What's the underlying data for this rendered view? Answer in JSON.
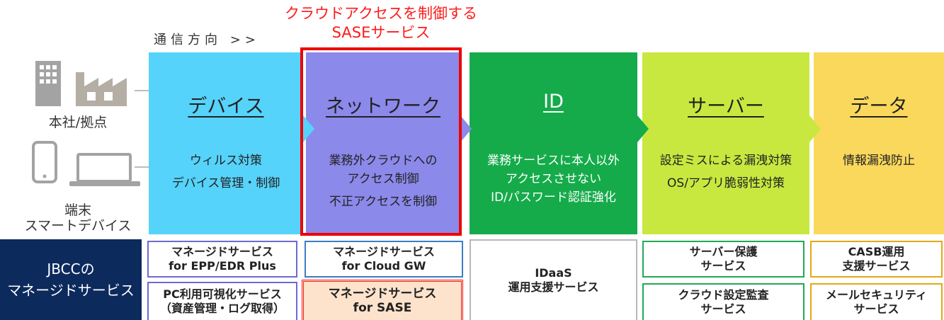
{
  "heading": {
    "line1": "クラウドアクセスを制御する",
    "line2": "SASEサービス"
  },
  "direction": "通信方向 >>",
  "sources": {
    "hq": {
      "label": "本社/拠点",
      "icons": [
        "building-icon",
        "factory-icon"
      ]
    },
    "devices": {
      "label_line1": "端末",
      "label_line2": "スマートデバイス",
      "icons": [
        "smartphone-icon",
        "laptop-icon"
      ]
    }
  },
  "panels": [
    {
      "id": "device",
      "title": "デバイス",
      "lines": [
        "ウィルス対策",
        "デバイス管理・制御"
      ],
      "color": "#56d3fa"
    },
    {
      "id": "network",
      "title": "ネットワーク",
      "lines": [
        "業務外クラウドへの",
        "アクセス制御",
        "不正アクセスを制御"
      ],
      "color": "#8b89ea"
    },
    {
      "id": "id",
      "title": "ID",
      "lines": [
        "業務サービスに本人以外",
        "アクセスさせない",
        "ID/パスワード認証強化"
      ],
      "color": "#15ab4a"
    },
    {
      "id": "server",
      "title": "サーバー",
      "lines": [
        "設定ミスによる漏洩対策",
        "OS/アプリ脆弱性対策"
      ],
      "color": "#c9e83f"
    },
    {
      "id": "data",
      "title": "データ",
      "lines": [
        "情報漏洩防止"
      ],
      "color": "#f9d85c"
    }
  ],
  "highlight_color": "#ee0000",
  "managed": {
    "label_line1": "JBCCの",
    "label_line2": "マネージドサービス",
    "color": "#0c2a5c",
    "services": {
      "epp": "マネージドサービス\nfor EPP/EDR Plus",
      "pc": "PC利用可視化サービス\n（資産管理・ログ取得）",
      "cloudgw": "マネージドサービス\nfor Cloud GW",
      "sase": "マネージドサービス\nfor SASE",
      "idaas": "IDaaS\n運用支援サービス",
      "server_protect": "サーバー保護\nサービス",
      "cloud_audit": "クラウド設定監査\nサービス",
      "casb": "CASB運用\n支援サービス",
      "mail": "メールセキュリティ\nサービス"
    }
  }
}
